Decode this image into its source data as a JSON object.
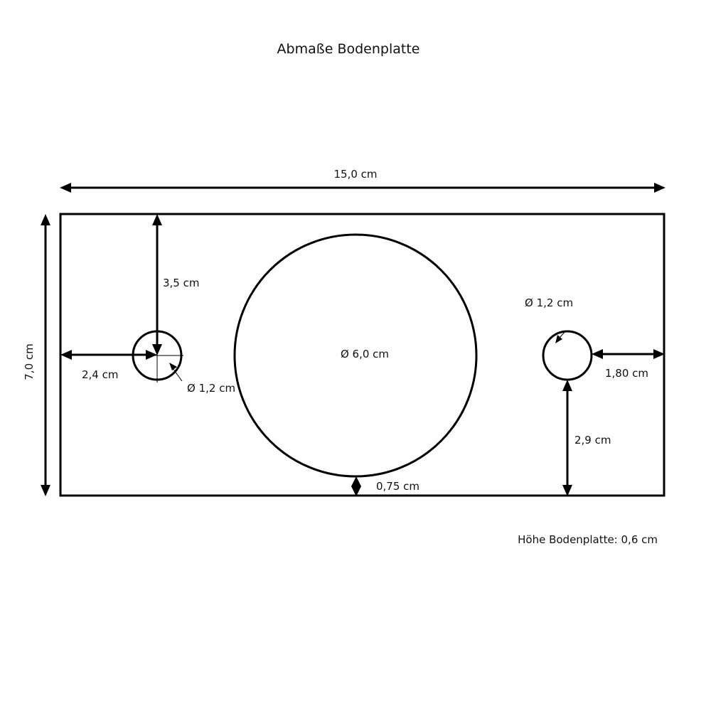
{
  "title": "Abmaße Bodenplatte",
  "dimensions": {
    "width": "15,0 cm",
    "height": "7,0 cm",
    "left_hole_top_offset": "3,5 cm",
    "left_hole_side_offset": "2,4 cm",
    "left_hole_diameter": "Ø 1,2 cm",
    "center_hole_diameter": "Ø 6,0 cm",
    "center_hole_bottom_gap": "0,75 cm",
    "right_hole_diameter": "Ø 1,2 cm",
    "right_hole_side_offset": "1,80 cm",
    "right_hole_bottom_offset": "2,9 cm"
  },
  "note": "Höhe Bodenplatte: 0,6 cm",
  "colors": {
    "stroke": "#000000",
    "background": "#ffffff"
  }
}
